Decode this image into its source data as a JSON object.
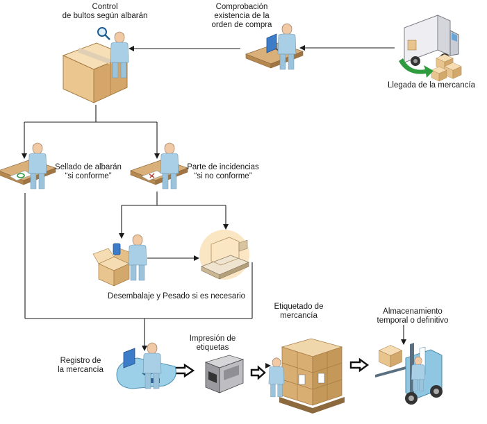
{
  "steps": {
    "control": {
      "line1": "Control",
      "line2": "de bultos según albarán"
    },
    "comprobacion": {
      "line1": "Comprobación",
      "line2": "existencia de la",
      "line3": "orden de compra"
    },
    "llegada": {
      "line1": "Llegada de la mercancía"
    },
    "sellado": {
      "line1": "Sellado de albarán",
      "line2": "“si conforme”"
    },
    "parte": {
      "line1": "Parte de incidencias",
      "line2": "“si no conforme”"
    },
    "desembalaje": {
      "line1": "Desembalaje y Pesado si es necesario"
    },
    "etiquetado": {
      "line1": "Etiquetado de",
      "line2": "mercancía"
    },
    "almacenamiento": {
      "line1": "Almacenamiento",
      "line2": "temporal o definitivo"
    },
    "impresion": {
      "line1": "Impresión de",
      "line2": "etiquetas"
    },
    "registro": {
      "line1": "Registro de",
      "line2": "la mercancía"
    }
  },
  "colors": {
    "person_shirt": "#a9cfe6",
    "person_skin": "#f1c9a4",
    "box": "#e8c48e",
    "desk": "#c79a60",
    "truck": "#e8e8ec",
    "arrow_green": "#2e9b3f",
    "connector": "#1a1a1a"
  },
  "icons": [
    "person-icon",
    "box-icon",
    "desk-icon",
    "truck-icon",
    "scale-icon",
    "printer-icon",
    "pallet-icon",
    "forklift-icon",
    "magnifier-icon",
    "computer-icon",
    "stamp-icon"
  ]
}
